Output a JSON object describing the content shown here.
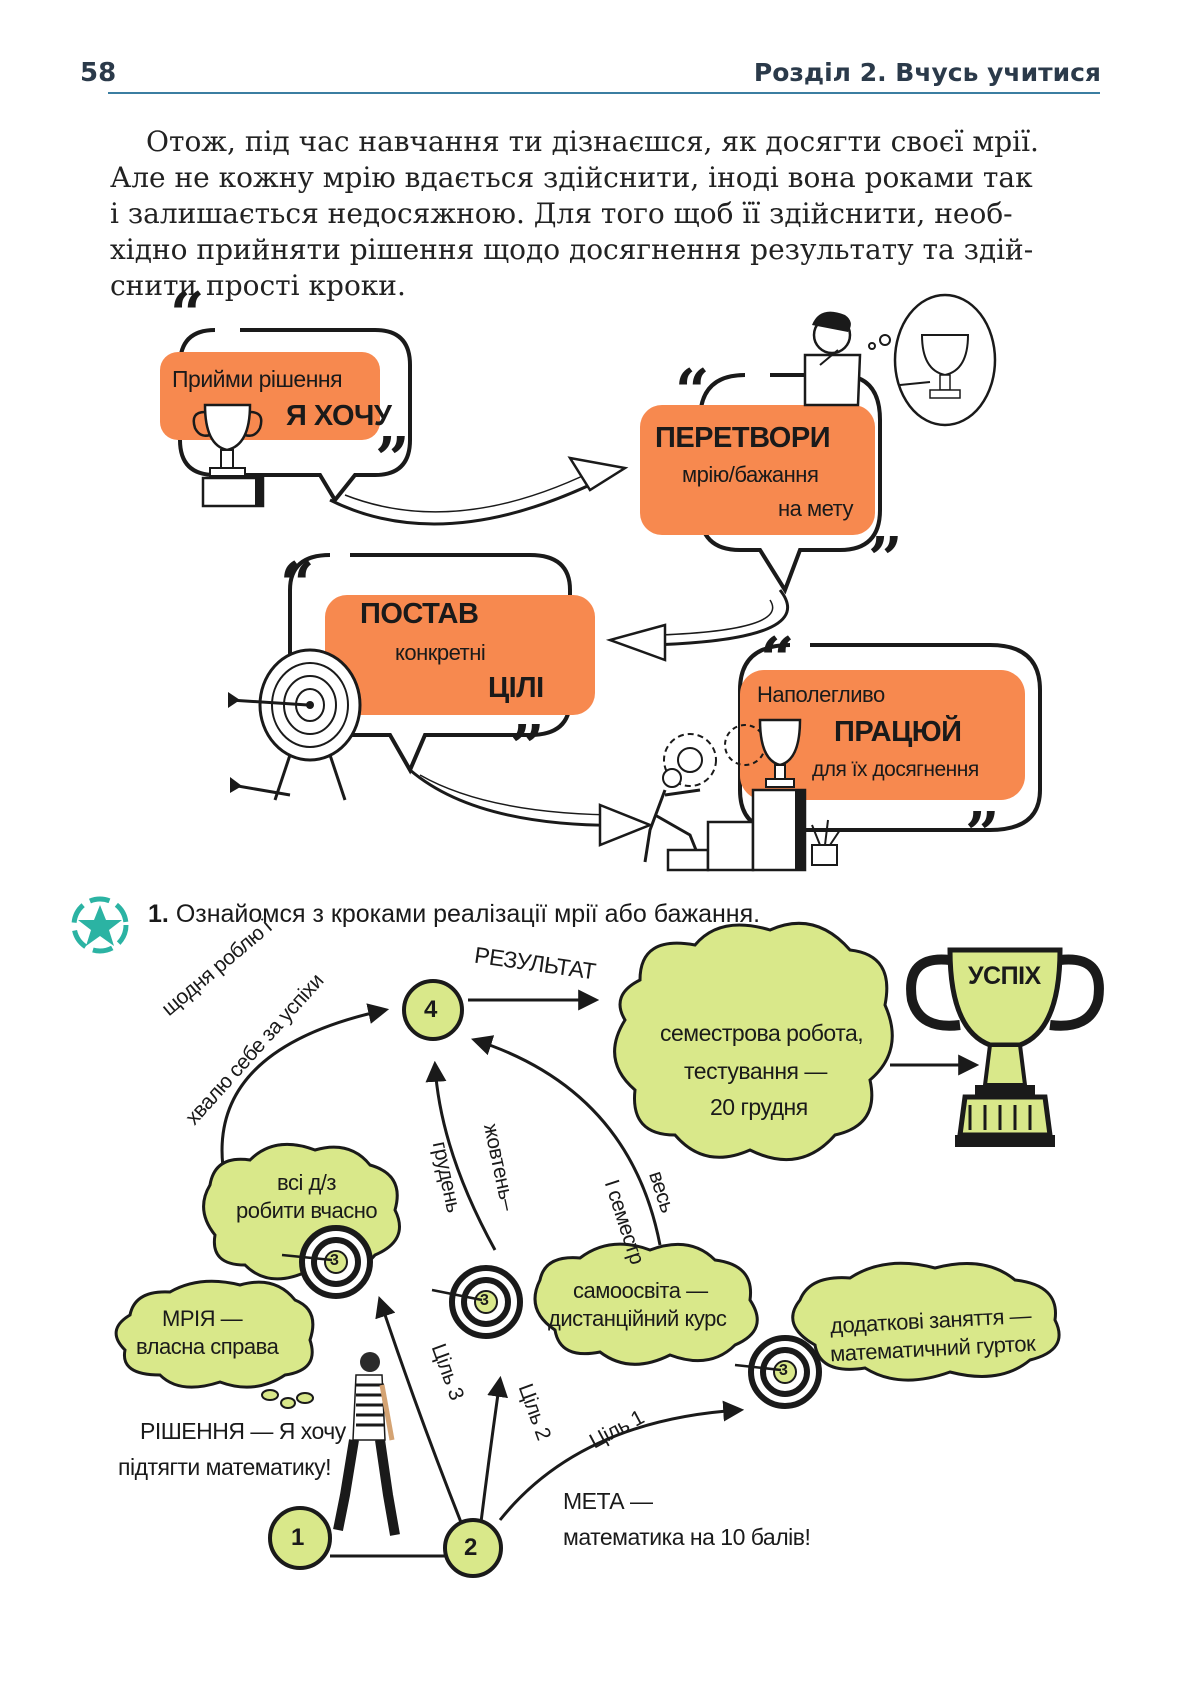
{
  "header": {
    "page_number": "58",
    "section_title": "Розділ 2. Вчусь учитися"
  },
  "intro_lines": [
    "Отож, під час навчання ти дізнаєшся, як досягти своєї мрії.",
    "Але не кожну мрію вдається здійснити, іноді вона роками так",
    "і залишається недосяжною. Для того щоб її здійснити, необ-",
    "хідно прийняти рішення щодо досягнення результату та здій-",
    "снити прості кроки."
  ],
  "steps": {
    "step1": {
      "line1": "Прийми рішення",
      "line2": "Я ХОЧУ"
    },
    "step2": {
      "line1": "ПЕРЕТВОРИ",
      "line2": "мрію/бажання",
      "line3": "на мету"
    },
    "step3": {
      "line1": "ПОСТАВ",
      "line2": "конкретні",
      "line3": "ЦІЛІ"
    },
    "step4": {
      "line1": "Наполегливо",
      "line2": "ПРАЦЮЙ",
      "line3": "для їх досягнення"
    }
  },
  "task": {
    "number": "1.",
    "text": "Ознайомся з кроками реалізації мрії або бажання."
  },
  "map": {
    "node1": "1",
    "node2": "2",
    "node4": "4",
    "target_num": "3",
    "dream": {
      "line1": "МРІЯ —",
      "line2": "власна справа"
    },
    "decision": {
      "line1": "РІШЕННЯ — Я хочу",
      "line2": "підтягти математику!"
    },
    "goal": {
      "line1": "МЕТА —",
      "line2": "математика на 10 балів!"
    },
    "homework": {
      "line1": "всі д/з",
      "line2": "робити вчасно"
    },
    "selfstudy": {
      "line1": "самоосвіта —",
      "line2": "дистанційний курс"
    },
    "extra": {
      "line1": "додаткові заняття —",
      "line2": "математичний гурток"
    },
    "result_cloud": {
      "line1": "семестрова робота,",
      "line2": "тестування —",
      "line3": "20 грудня"
    },
    "goal1": "Ціль 1",
    "goal2": "Ціль 2",
    "goal3": "Ціль 3",
    "period1": {
      "line1": "жовтень–",
      "line2": "грудень"
    },
    "period2": {
      "line1": "весь",
      "line2": "І семестр"
    },
    "daily": {
      "line1": "щодня роблю і",
      "line2": "хвалю себе за успіхи"
    },
    "result": "РЕЗУЛЬТАТ",
    "success": "УСПІХ"
  },
  "colors": {
    "orange": "#f7894f",
    "lime": "#d9e88a",
    "teal": "#2bb3a3",
    "dark": "#1a1a1a"
  }
}
